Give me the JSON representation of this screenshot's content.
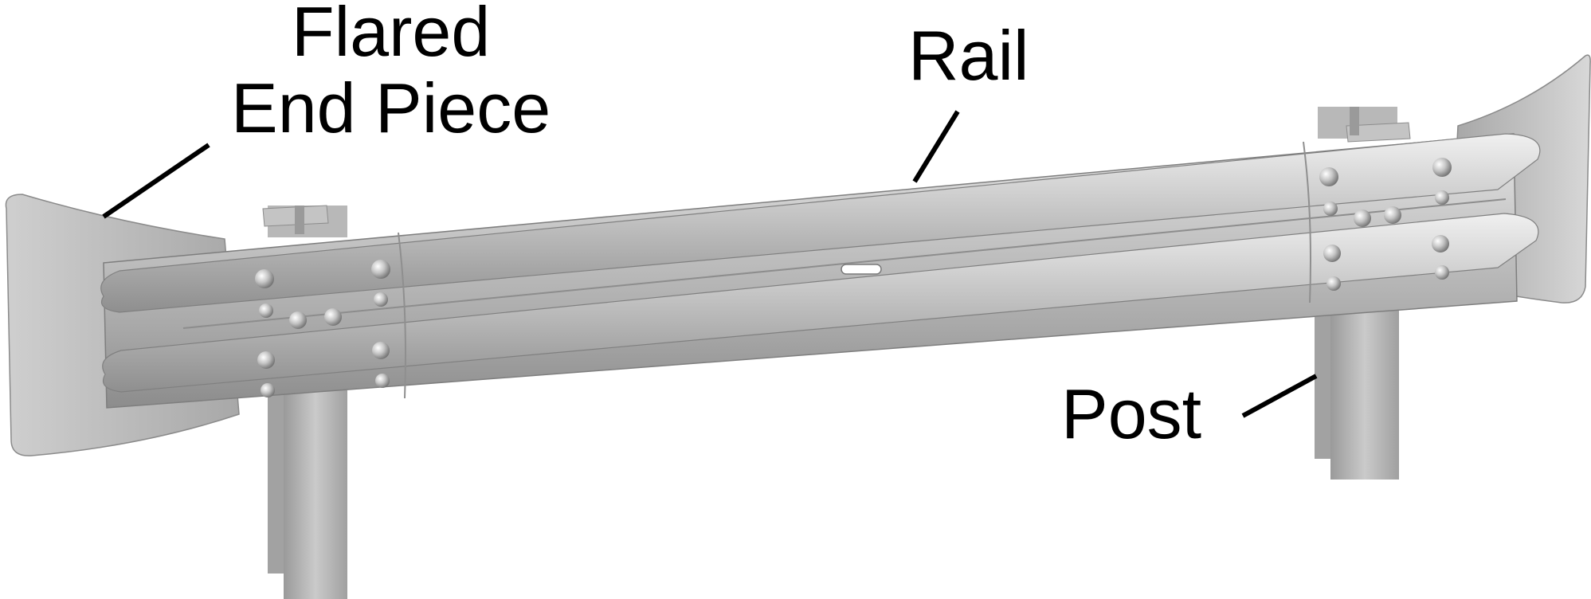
{
  "labels": {
    "flared_end_piece": [
      "Flared",
      "End Piece"
    ],
    "rail": "Rail",
    "post": "Post"
  },
  "colors": {
    "metal": "#b4b4b4",
    "metal_dark": "#8a8a8a",
    "metal_light": "#dcdcdc",
    "leader_line": "#000000",
    "label_text": "#000000"
  }
}
